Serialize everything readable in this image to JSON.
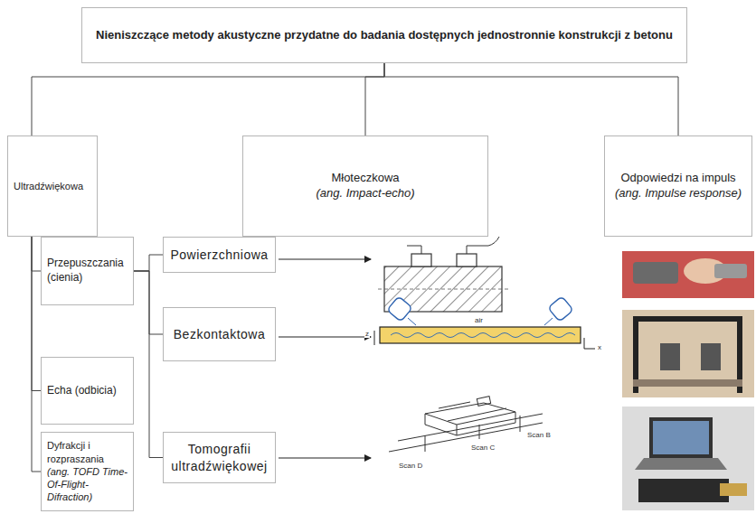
{
  "diagram": {
    "nodes": [
      {
        "text": [
          "Nieniszczące metody akustyczne przydatne do badania dostępnych jednostronnie konstrukcji z betonu"
        ]
      },
      {
        "text": [
          "Ultradźwiękowa"
        ]
      },
      {
        "text": [
          "Młoteczkowa",
          "(ang. Impact-echo)"
        ]
      },
      {
        "text": [
          "Odpowiedzi na impuls",
          "(ang. Impulse response)"
        ]
      },
      {
        "text": [
          "Przepuszczania (cienia)"
        ]
      },
      {
        "text": [
          "Echa (odbicia)"
        ]
      },
      {
        "text": [
          "Dyfrakcji i rozpraszania",
          "(ang. TOFD Time-Of-Flight-Difraction)"
        ]
      },
      {
        "text": [
          "Powierzchniowa"
        ]
      },
      {
        "text": [
          "Bezkontaktowa"
        ]
      },
      {
        "text": [
          "Tomografii ultradźwiękowej"
        ]
      }
    ],
    "edges": [
      {
        "from": 0,
        "to": 1,
        "arrow": "none"
      },
      {
        "from": 0,
        "to": 2,
        "arrow": "none"
      },
      {
        "from": 0,
        "to": 3,
        "arrow": "none"
      },
      {
        "from": 1,
        "to": 4,
        "arrow": "none"
      },
      {
        "from": 1,
        "to": 5,
        "arrow": "none"
      },
      {
        "from": 1,
        "to": 6,
        "arrow": "none"
      },
      {
        "from": 4,
        "to": 7,
        "arrow": "none"
      },
      {
        "from": 4,
        "to": 8,
        "arrow": "none"
      },
      {
        "from": 4,
        "to": 9,
        "arrow": "none"
      }
    ],
    "labels": [
      "air",
      "z",
      "x",
      "Scan D",
      "Scan B",
      "Scan C"
    ]
  }
}
